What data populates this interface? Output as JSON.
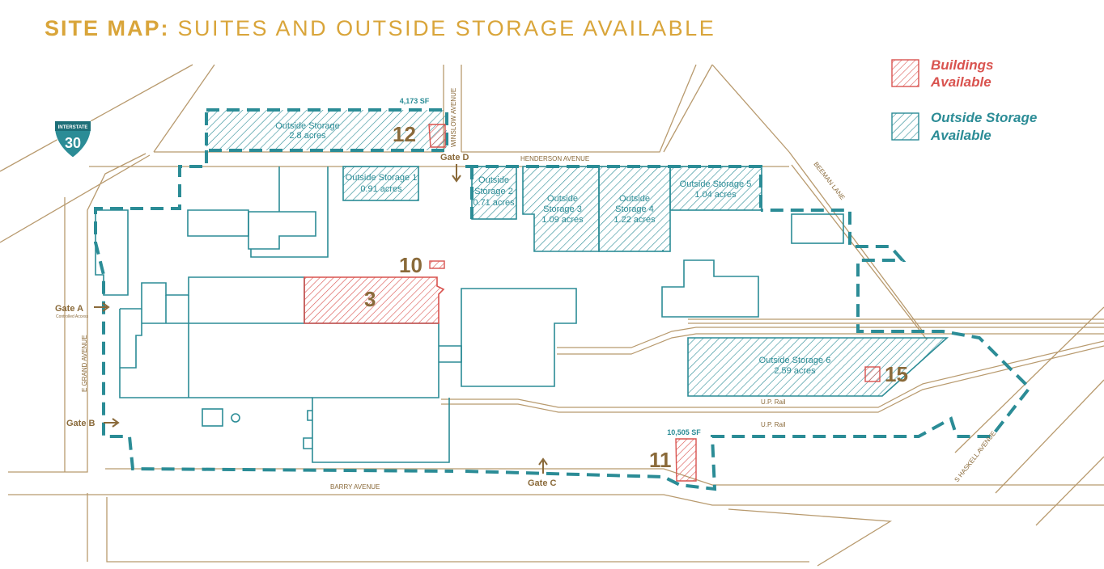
{
  "title": {
    "bold": "SITE MAP:",
    "rest": "SUITES AND OUTSIDE STORAGE AVAILABLE"
  },
  "colors": {
    "title": "#d9a53a",
    "teal": "#2b8c96",
    "red": "#d9534f",
    "road": "#b89a6e",
    "label": "#8a6a3a"
  },
  "legend": {
    "buildings_line1": "Buildings",
    "buildings_line2": "Available",
    "storage_line1": "Outside Storage",
    "storage_line2": "Available"
  },
  "shield": {
    "label": "INTERSTATE",
    "number": "30"
  },
  "roads": {
    "winslow": "WINSLOW AVENUE",
    "henderson": "HENDERSON AVENUE",
    "beeman": "BEEMAN LANE",
    "grand": "E GRAND AVENUE",
    "barry": "BARRY AVENUE",
    "haskell": "S HASKELL AVENUE",
    "rail1": "U.P. Rail",
    "rail2": "U.P. Rail"
  },
  "gates": {
    "a": "Gate A",
    "a_sub": "Controlled Access",
    "b": "Gate B",
    "c": "Gate C",
    "d": "Gate D"
  },
  "storage": {
    "os_top_name": "Outside Storage",
    "os_top_size": "2.8 acres",
    "os1_name": "Outside Storage 1",
    "os1_size": "0.91 acres",
    "os2_l1": "Outside",
    "os2_l2": "Storage 2",
    "os2_size": "0.71 acres",
    "os3_l1": "Outside",
    "os3_l2": "Storage 3",
    "os3_size": "1.09 acres",
    "os4_l1": "Outside",
    "os4_l2": "Storage 4",
    "os4_size": "1.22 acres",
    "os5_name": "Outside Storage 5",
    "os5_size": "1.04 acres",
    "os6_name": "Outside Storage 6",
    "os6_size": "2.59 acres"
  },
  "suites": {
    "s3": "3",
    "s10": "10",
    "s11": "11",
    "s12": "12",
    "s15": "15",
    "s11_sf": "10,505 SF",
    "s12_sf": "4,173 SF"
  }
}
